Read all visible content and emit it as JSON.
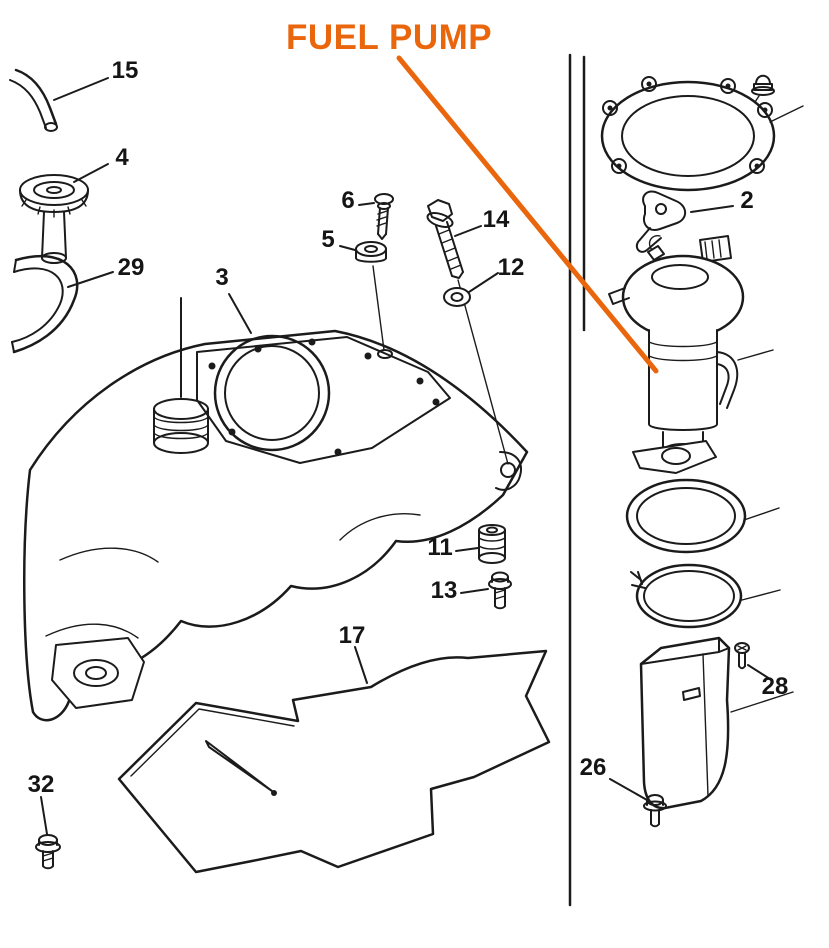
{
  "title": "FUEL PUMP",
  "colors": {
    "accent": "#EA660D",
    "line": "#1b1b1b",
    "background": "#ffffff",
    "label_text": "#151515"
  },
  "parts": [
    {
      "id": "15"
    },
    {
      "id": "4"
    },
    {
      "id": "29"
    },
    {
      "id": "3"
    },
    {
      "id": "6"
    },
    {
      "id": "5"
    },
    {
      "id": "14"
    },
    {
      "id": "12"
    },
    {
      "id": "2"
    },
    {
      "id": "11"
    },
    {
      "id": "13"
    },
    {
      "id": "17"
    },
    {
      "id": "32"
    },
    {
      "id": "26"
    },
    {
      "id": "28"
    }
  ]
}
